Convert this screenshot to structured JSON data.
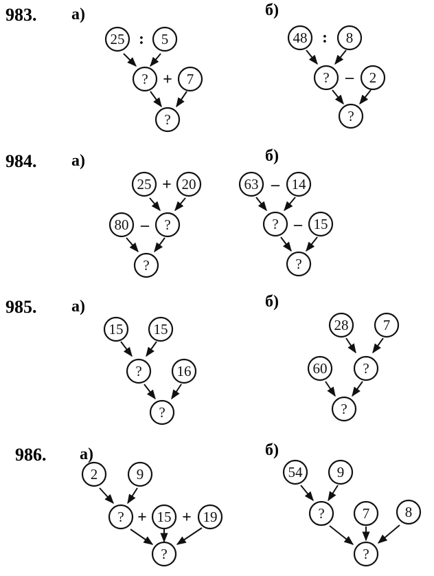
{
  "problems": [
    {
      "number": "983.",
      "parts": [
        {
          "label": "а)",
          "nodes": [
            {
              "id": "n1",
              "text": "25"
            },
            {
              "id": "n2",
              "text": "5"
            },
            {
              "id": "n3",
              "text": "?"
            },
            {
              "id": "n4",
              "text": "7"
            },
            {
              "id": "n5",
              "text": "?"
            }
          ],
          "ops": [
            {
              "text": ":"
            },
            {
              "text": "+"
            }
          ]
        },
        {
          "label": "б)",
          "nodes": [
            {
              "id": "n1",
              "text": "48"
            },
            {
              "id": "n2",
              "text": "8"
            },
            {
              "id": "n3",
              "text": "?"
            },
            {
              "id": "n4",
              "text": "2"
            },
            {
              "id": "n5",
              "text": "?"
            }
          ],
          "ops": [
            {
              "text": ":"
            },
            {
              "text": "–"
            }
          ]
        }
      ]
    },
    {
      "number": "984.",
      "parts": [
        {
          "label": "а)",
          "nodes": [
            {
              "id": "n1",
              "text": "25"
            },
            {
              "id": "n2",
              "text": "20"
            },
            {
              "id": "n3",
              "text": "80"
            },
            {
              "id": "n4",
              "text": "?"
            },
            {
              "id": "n5",
              "text": "?"
            }
          ],
          "ops": [
            {
              "text": "+"
            },
            {
              "text": "–"
            }
          ]
        },
        {
          "label": "б)",
          "nodes": [
            {
              "id": "n1",
              "text": "63"
            },
            {
              "id": "n2",
              "text": "14"
            },
            {
              "id": "n3",
              "text": "?"
            },
            {
              "id": "n4",
              "text": "15"
            },
            {
              "id": "n5",
              "text": "?"
            }
          ],
          "ops": [
            {
              "text": "–"
            },
            {
              "text": "–"
            }
          ]
        }
      ]
    },
    {
      "number": "985.",
      "parts": [
        {
          "label": "а)",
          "nodes": [
            {
              "id": "n1",
              "text": "15"
            },
            {
              "id": "n2",
              "text": "15"
            },
            {
              "id": "n3",
              "text": "?"
            },
            {
              "id": "n4",
              "text": "16"
            },
            {
              "id": "n5",
              "text": "?"
            }
          ],
          "ops": []
        },
        {
          "label": "б)",
          "nodes": [
            {
              "id": "n1",
              "text": "28"
            },
            {
              "id": "n2",
              "text": "7"
            },
            {
              "id": "n3",
              "text": "60"
            },
            {
              "id": "n4",
              "text": "?"
            },
            {
              "id": "n5",
              "text": "?"
            }
          ],
          "ops": []
        }
      ]
    },
    {
      "number": "986.",
      "parts": [
        {
          "label": "а)",
          "nodes": [
            {
              "id": "n1",
              "text": "2"
            },
            {
              "id": "n2",
              "text": "9"
            },
            {
              "id": "n3",
              "text": "?"
            },
            {
              "id": "n4",
              "text": "15"
            },
            {
              "id": "n5",
              "text": "19"
            },
            {
              "id": "n6",
              "text": "?"
            }
          ],
          "ops": [
            {
              "text": "+"
            },
            {
              "text": "+"
            }
          ]
        },
        {
          "label": "б)",
          "nodes": [
            {
              "id": "n1",
              "text": "54"
            },
            {
              "id": "n2",
              "text": "9"
            },
            {
              "id": "n3",
              "text": "?"
            },
            {
              "id": "n4",
              "text": "7"
            },
            {
              "id": "n5",
              "text": "8"
            },
            {
              "id": "n6",
              "text": "?"
            }
          ],
          "ops": []
        }
      ]
    }
  ]
}
